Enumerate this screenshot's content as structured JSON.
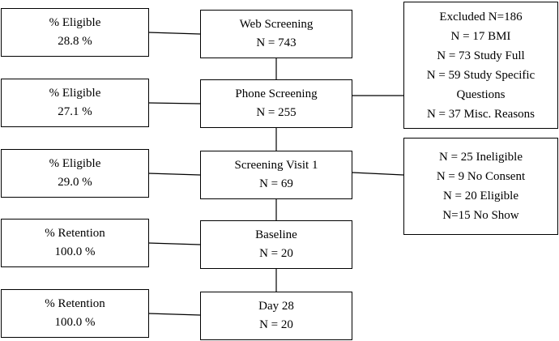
{
  "left_boxes": [
    {
      "label": "% Eligible",
      "value": "28.8 %"
    },
    {
      "label": "% Eligible",
      "value": "27.1 %"
    },
    {
      "label": "% Eligible",
      "value": "29.0 %"
    },
    {
      "label": "% Retention",
      "value": "100.0 %"
    },
    {
      "label": "% Retention",
      "value": "100.0 %"
    }
  ],
  "center_boxes": [
    {
      "title": "Web Screening",
      "count": "N = 743"
    },
    {
      "title": "Phone Screening",
      "count": "N = 255"
    },
    {
      "title": "Screening Visit 1",
      "count": "N = 69"
    },
    {
      "title": "Baseline",
      "count": "N = 20"
    },
    {
      "title": "Day 28",
      "count": "N = 20"
    }
  ],
  "excluded_box": {
    "lines": [
      "Excluded N=186",
      "N = 17 BMI",
      "N = 73 Study Full",
      "N = 59 Study Specific",
      "Questions",
      "N = 37 Misc. Reasons"
    ]
  },
  "visit_outcomes_box": {
    "lines": [
      "N = 25 Ineligible",
      "N = 9 No Consent",
      "N = 20 Eligible",
      "N=15 No Show"
    ]
  }
}
